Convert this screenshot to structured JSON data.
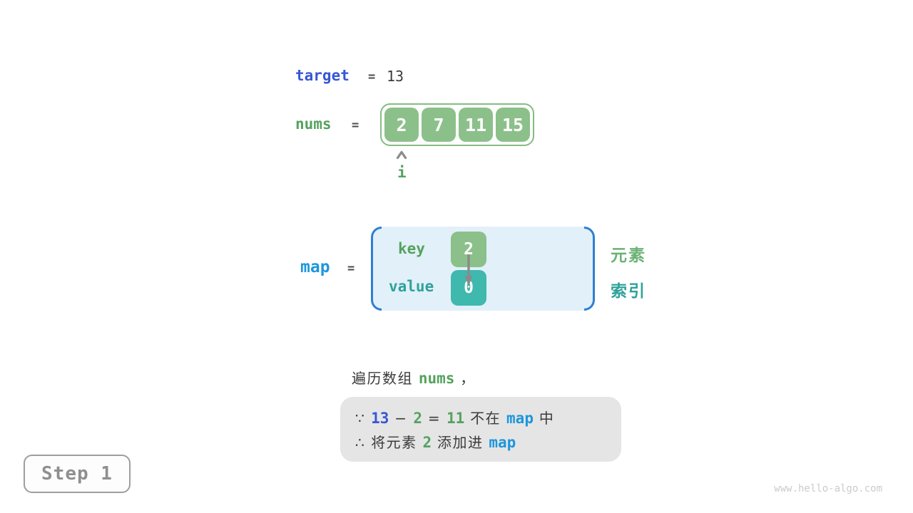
{
  "palette": {
    "indigo": "#3857D6",
    "azure": "#1E96DC",
    "green_text": "#55A25E",
    "green_light": "#6CB175",
    "green_box": "#8CC08A",
    "green_border": "#84BC82",
    "teal_box": "#3FB8AE",
    "teal_text": "#2FA29A",
    "dark": "#3B3B3B",
    "equals": "#4A4A4A",
    "gray_icon": "#8A8A8A",
    "map_bg": "#E2F0F9",
    "bracket": "#2E7FD1",
    "note_bg": "#E5E5E5",
    "step_border": "#9E9E9E",
    "step_text": "#8F8F8F",
    "watermark": "#CBCBCB"
  },
  "icons": {
    "pointer_caret": "caret-up",
    "map_arrow": "arrow-down"
  },
  "target": {
    "label": "target",
    "equals": "=",
    "value": "13"
  },
  "nums": {
    "label": "nums",
    "equals": "=",
    "values": [
      "2",
      "7",
      "11",
      "15"
    ],
    "pointer_label": "i"
  },
  "map": {
    "label": "map",
    "equals": "=",
    "key_label": "key",
    "value_label": "value",
    "key_cell": "2",
    "value_cell": "0"
  },
  "legend": {
    "element": "元素",
    "index": "索引"
  },
  "caption": {
    "tokens": [
      {
        "text": "遍历数组 ",
        "style": "dark"
      },
      {
        "text": "nums",
        "style": "green"
      },
      {
        "text": " ，",
        "style": "dark"
      }
    ]
  },
  "note": {
    "line1": [
      {
        "text": "∵ ",
        "style": "dark"
      },
      {
        "text": "13",
        "style": "indigo"
      },
      {
        "text": " − ",
        "style": "dark"
      },
      {
        "text": "2",
        "style": "green"
      },
      {
        "text": " = ",
        "style": "dark"
      },
      {
        "text": "11",
        "style": "green"
      },
      {
        "text": " 不在 ",
        "style": "dark"
      },
      {
        "text": "map",
        "style": "azure"
      },
      {
        "text": " 中",
        "style": "dark"
      }
    ],
    "line2": [
      {
        "text": "∴ 将元素 ",
        "style": "dark"
      },
      {
        "text": "2",
        "style": "green"
      },
      {
        "text": " 添加进 ",
        "style": "dark"
      },
      {
        "text": "map",
        "style": "azure"
      }
    ]
  },
  "step": {
    "label": "Step 1"
  },
  "watermark": "www.hello-algo.com"
}
